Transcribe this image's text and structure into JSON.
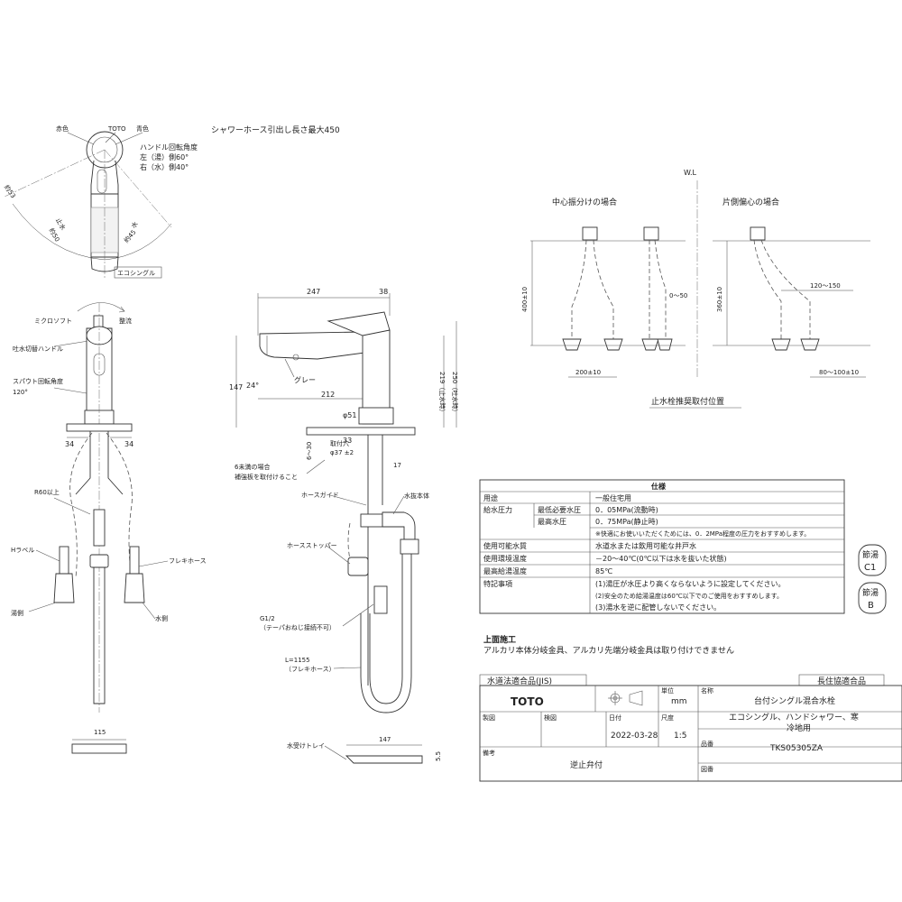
{
  "header_note": "シャワーホース引出し長さ最大450",
  "top_view": {
    "red_label": "赤色",
    "brand_label": "TOTO",
    "blue_label": "青色",
    "handle_angle_title": "ハンドル回転角度",
    "handle_angle_left": "左（湯）側60°",
    "handle_angle_right": "右（水）側40°",
    "hot_dim": "約53",
    "water_label": "止水",
    "water_dim": "約50",
    "cold_label": "水",
    "cold_dim": "約45",
    "product_label": "エコシングル"
  },
  "front_view": {
    "micro_soft": "ミクロソフト",
    "straight_flow": "整流",
    "switch_handle": "吐水切替ハンドル",
    "spout_rotation": "スパウト回転角度",
    "spout_angle": "120°",
    "dim_left": "34",
    "dim_right": "34",
    "r_label": "R60以上",
    "h_label": "Hラベル",
    "hot_side": "湯側",
    "flexi_hose": "フレキホース",
    "water_side": "水側",
    "tray_dim": "115"
  },
  "side_view": {
    "dim_247": "247",
    "dim_38": "38",
    "dim_147": "147",
    "dim_24": "24°",
    "gray": "グレー",
    "dim_212": "212",
    "dim_219": "219（止水時）",
    "dim_250": "250（吐水時）",
    "dim_51": "φ51",
    "dim_33": "33",
    "dim_6_30": "6～30",
    "mount_hole": "取付穴",
    "mount_hole_dim": "φ37 ±2",
    "dim_17": "17",
    "reinforce_note_1": "6未満の場合",
    "reinforce_note_2": "補強板を取付けること",
    "hose_guide": "ホースガイド",
    "valve_body": "水抜本体",
    "hose_stopper": "ホースストッパー",
    "thread_1": "G1/2",
    "thread_2": "（テーパおねじ接続不可）",
    "hose_len_1": "L=1155",
    "hose_len_2": "（フレキホース）",
    "tray_label": "水受けトレイ",
    "tray_width": "147",
    "tray_height": "5.5"
  },
  "install": {
    "wl": "W.L",
    "center_case": "中心振分けの場合",
    "side_case": "片側偏心の場合",
    "h400": "400±10",
    "h360": "360±10",
    "d0_50": "0～50",
    "d120_150": "120～150",
    "d200": "200±10",
    "d80_100": "80～100±10",
    "caption": "止水栓推奨取付位置"
  },
  "spec": {
    "title": "仕様",
    "rows": [
      {
        "k": "用途",
        "sub": "",
        "v": "一般住宅用"
      },
      {
        "k": "給水圧力",
        "sub": "最低必要水圧",
        "v": "0．05MPa(流動時)"
      },
      {
        "k": "",
        "sub": "最高水圧",
        "v": "0．75MPa(静止時)"
      },
      {
        "k": "",
        "sub": "",
        "v": "※快適にお使いいただくためには、0．2MPa程度の圧力をおすすめします。"
      },
      {
        "k": "使用可能水質",
        "sub": "",
        "v": "水道水または飲用可能な井戸水"
      },
      {
        "k": "使用環境温度",
        "sub": "",
        "v": "－20～40℃(0℃以下は水を抜いた状態)"
      },
      {
        "k": "最高給湯温度",
        "sub": "",
        "v": "85℃"
      },
      {
        "k": "特記事項",
        "sub": "",
        "v": "(1)湯圧が水圧より高くならないように設定してください。"
      },
      {
        "k": "",
        "sub": "",
        "v": "(2)安全のため給湯温度は60℃以下でのご使用をおすすめします。"
      },
      {
        "k": "",
        "sub": "",
        "v": "(3)湯水を逆に配管しないでください。"
      }
    ]
  },
  "badges": {
    "b1_top": "節湯",
    "b1_bottom": "C1",
    "b2_top": "節湯",
    "b2_bottom": "B"
  },
  "notes": {
    "heading": "上面施工",
    "body": "アルカリ本体分岐金具、アルカリ先端分岐金具は取り付けできません"
  },
  "title_block": {
    "jis_label": "水道法適合品(JIS)",
    "assoc_label": "長住協適合品",
    "brand": "TOTO",
    "unit_label": "単位",
    "unit": "mm",
    "name_label": "名称",
    "name_1": "台付シングル混合水栓",
    "name_2": "エコシングル、ハンドシャワー、寒",
    "name_3": "冷地用",
    "drawn_label": "製図",
    "checked_label": "検図",
    "date_label": "日付",
    "date": "2022-03-28",
    "scale_label": "尺度",
    "scale": "1:5",
    "part_label": "品番",
    "part_no": "TKS05305ZA",
    "remarks_label": "備考",
    "remarks": "逆止弁付",
    "drawing_label": "図番"
  }
}
